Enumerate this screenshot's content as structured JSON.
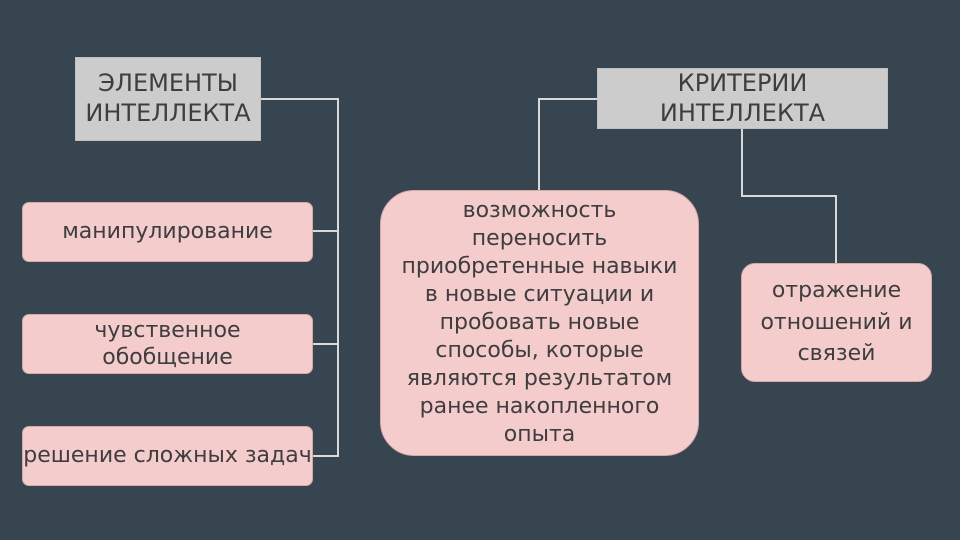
{
  "diagram": {
    "left": {
      "header": "ЭЛЕМЕНТЫ ИНТЕЛЛЕКТА",
      "items": [
        "манипулирование",
        "чувственное обобщение",
        "решение сложных задач"
      ]
    },
    "right": {
      "header": "КРИТЕРИИ ИНТЕЛЛЕКТА",
      "items": [
        "возможность переносить приобретенные навыки в новые ситуации и пробовать новые способы, которые являются результатом ранее накопленного опыта",
        "отражение отношений и связей"
      ]
    }
  },
  "colors": {
    "background": "#36454f",
    "header_fill": "#cccccc",
    "box_fill": "#f4cccc",
    "connector": "#d9d9d9",
    "text": "#3e3e3e"
  }
}
